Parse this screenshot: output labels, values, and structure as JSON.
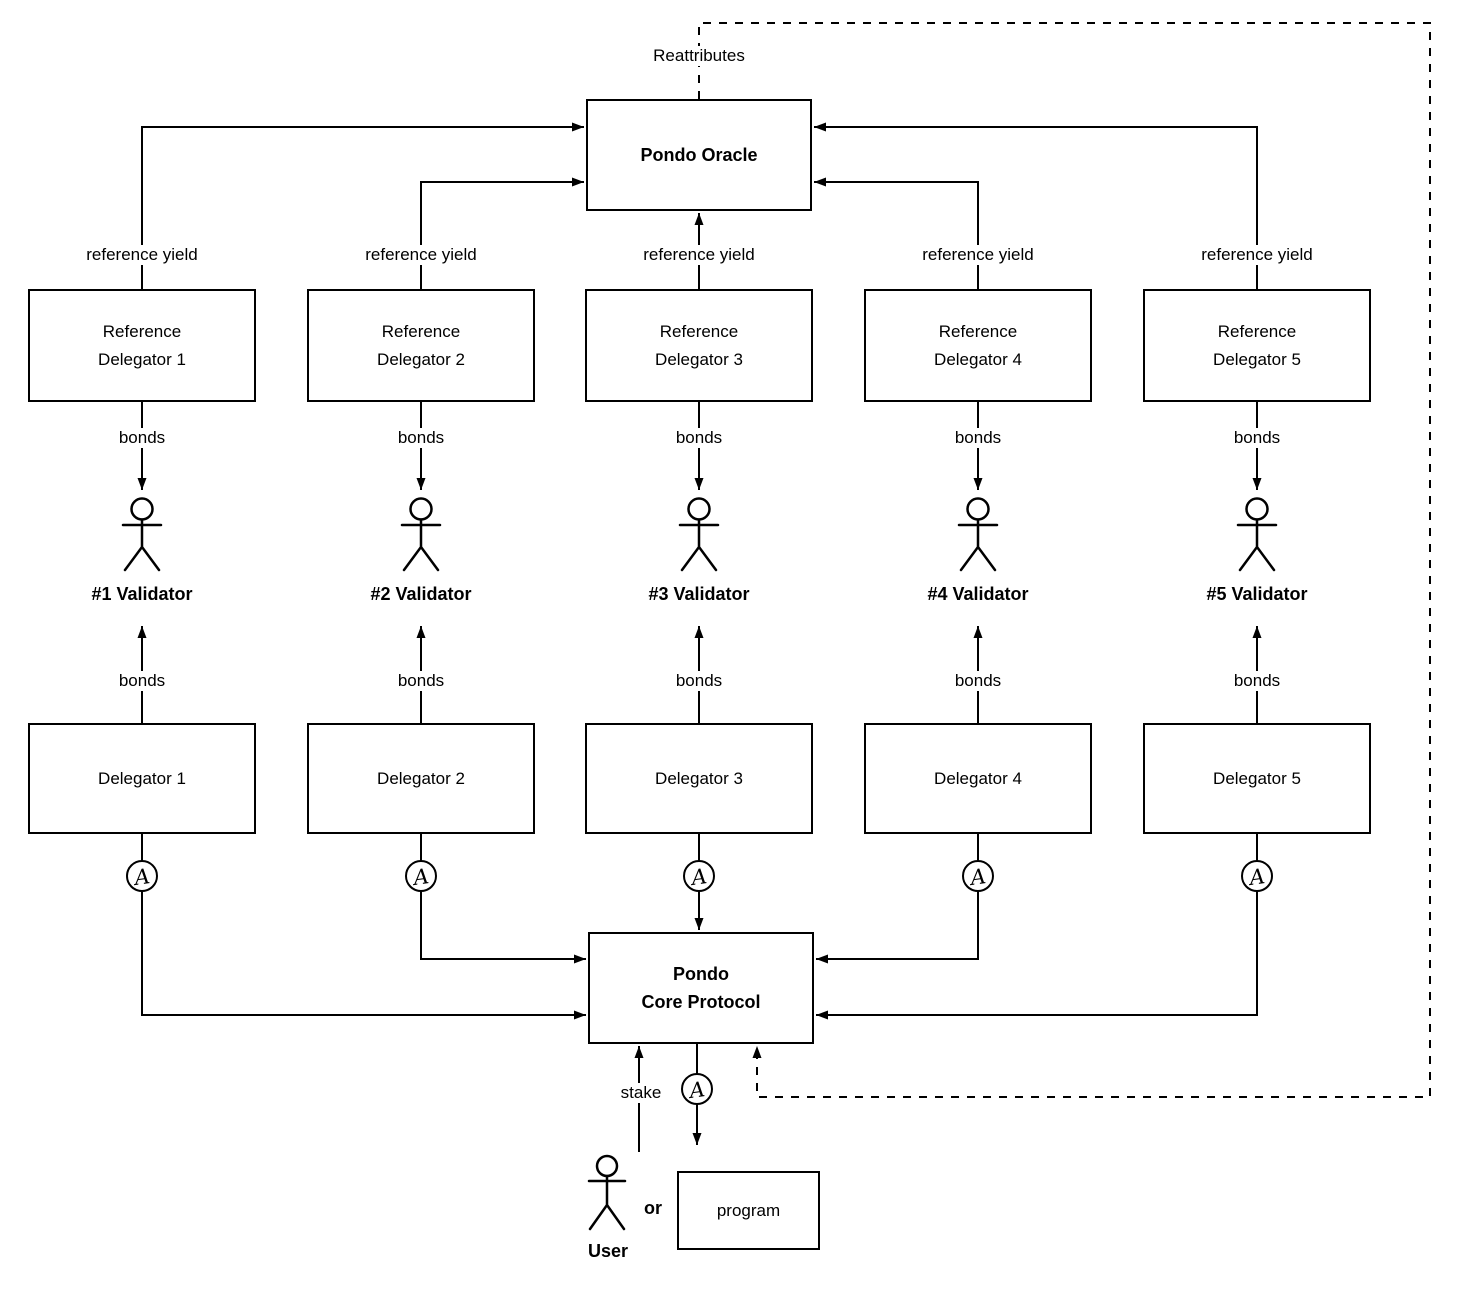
{
  "diagram": {
    "oracle": {
      "label": "Pondo Oracle"
    },
    "core": {
      "line1": "Pondo",
      "line2": "Core Protocol"
    },
    "labels": {
      "reattributes": "Reattributes",
      "reference_yield": "reference yield",
      "bonds": "bonds",
      "stake": "stake",
      "or": "or",
      "user": "User",
      "program": "program"
    },
    "icons": {
      "credits_glyph": "A"
    },
    "columns": [
      {
        "reference_line1": "Reference",
        "reference_line2": "Delegator 1",
        "validator": "#1 Validator",
        "delegator": "Delegator 1"
      },
      {
        "reference_line1": "Reference",
        "reference_line2": "Delegator 2",
        "validator": "#2 Validator",
        "delegator": "Delegator 2"
      },
      {
        "reference_line1": "Reference",
        "reference_line2": "Delegator 3",
        "validator": "#3 Validator",
        "delegator": "Delegator 3"
      },
      {
        "reference_line1": "Reference",
        "reference_line2": "Delegator 4",
        "validator": "#4 Validator",
        "delegator": "Delegator 4"
      },
      {
        "reference_line1": "Reference",
        "reference_line2": "Delegator 5",
        "validator": "#5 Validator",
        "delegator": "Delegator 5"
      }
    ]
  }
}
